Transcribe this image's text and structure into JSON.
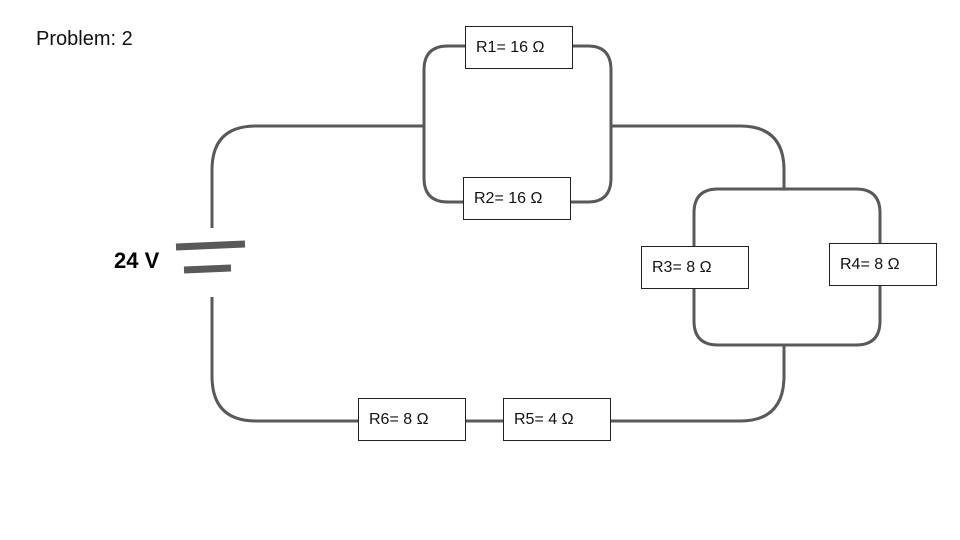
{
  "title": "Problem: 2",
  "battery": {
    "label": "24 V",
    "voltage_v": 24
  },
  "wire_color": "#595959",
  "resistors": [
    {
      "id": "R1",
      "label": "R1= 16 Ω",
      "ohms": 16,
      "group": "parallel-top"
    },
    {
      "id": "R2",
      "label": "R2= 16 Ω",
      "ohms": 16,
      "group": "parallel-top"
    },
    {
      "id": "R3",
      "label": "R3= 8 Ω",
      "ohms": 8,
      "group": "parallel-right"
    },
    {
      "id": "R4",
      "label": "R4= 8 Ω",
      "ohms": 8,
      "group": "parallel-right"
    },
    {
      "id": "R5",
      "label": "R5= 4 Ω",
      "ohms": 4,
      "group": "series-bottom"
    },
    {
      "id": "R6",
      "label": "R6= 8 Ω",
      "ohms": 8,
      "group": "series-bottom"
    }
  ]
}
